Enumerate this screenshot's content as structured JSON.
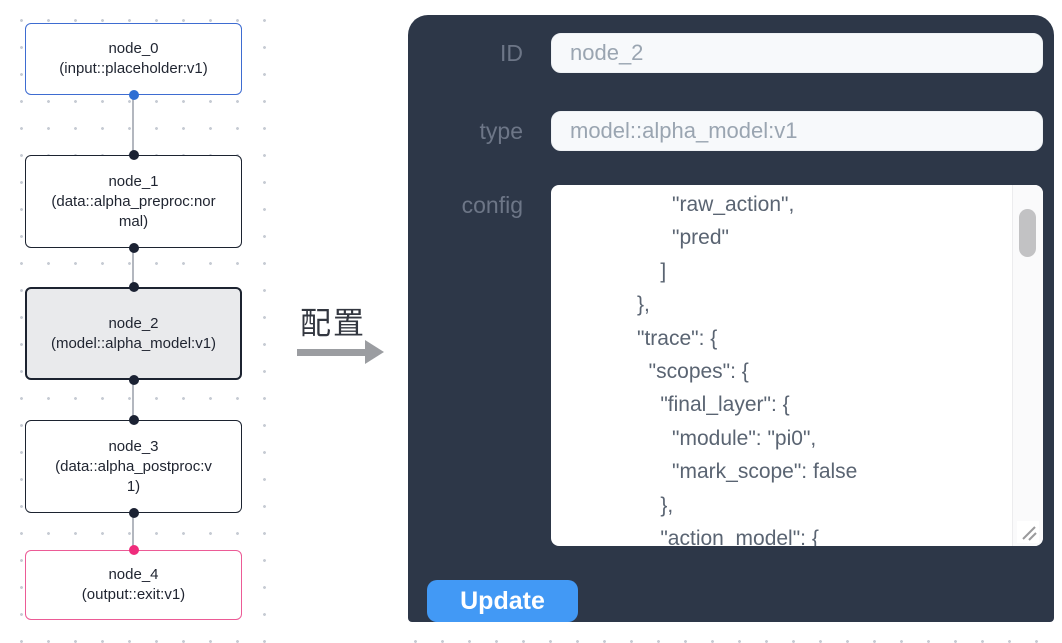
{
  "graph": {
    "nodes": [
      {
        "name": "node_0",
        "type_label": "(input::placeholder:v1)",
        "variant": "input"
      },
      {
        "name": "node_1",
        "type_label": "(data::alpha_preproc:normal)",
        "variant": "default"
      },
      {
        "name": "node_2",
        "type_label": "(model::alpha_model:v1)",
        "variant": "selected"
      },
      {
        "name": "node_3",
        "type_label": "(data::alpha_postproc:v1)",
        "variant": "default"
      },
      {
        "name": "node_4",
        "type_label": "(output::exit:v1)",
        "variant": "output"
      }
    ]
  },
  "annotation": {
    "label": "配置"
  },
  "panel": {
    "id_label": "ID",
    "id_value": "node_2",
    "type_label": "type",
    "type_value": "model::alpha_model:v1",
    "config_label": "config",
    "config_text": "                  \"raw_action\",\n                  \"pred\"\n                ]\n            },\n            \"trace\": {\n              \"scopes\": {\n                \"final_layer\": {\n                  \"module\": \"pi0\",\n                  \"mark_scope\": false\n                },\n                \"action_model\": {",
    "update_label": "Update"
  },
  "colors": {
    "panel_bg": "#2d3748",
    "button_blue": "#4299f5",
    "input_node_border": "#3e6cd1",
    "output_node_border": "#ec5b96",
    "default_node_border": "#1c2330",
    "selected_node_bg": "#e9eaec",
    "source_handle_blue": "#2f6fd3",
    "target_handle_pink": "#ef2c7c",
    "edge_gray": "#b3b7bf"
  }
}
